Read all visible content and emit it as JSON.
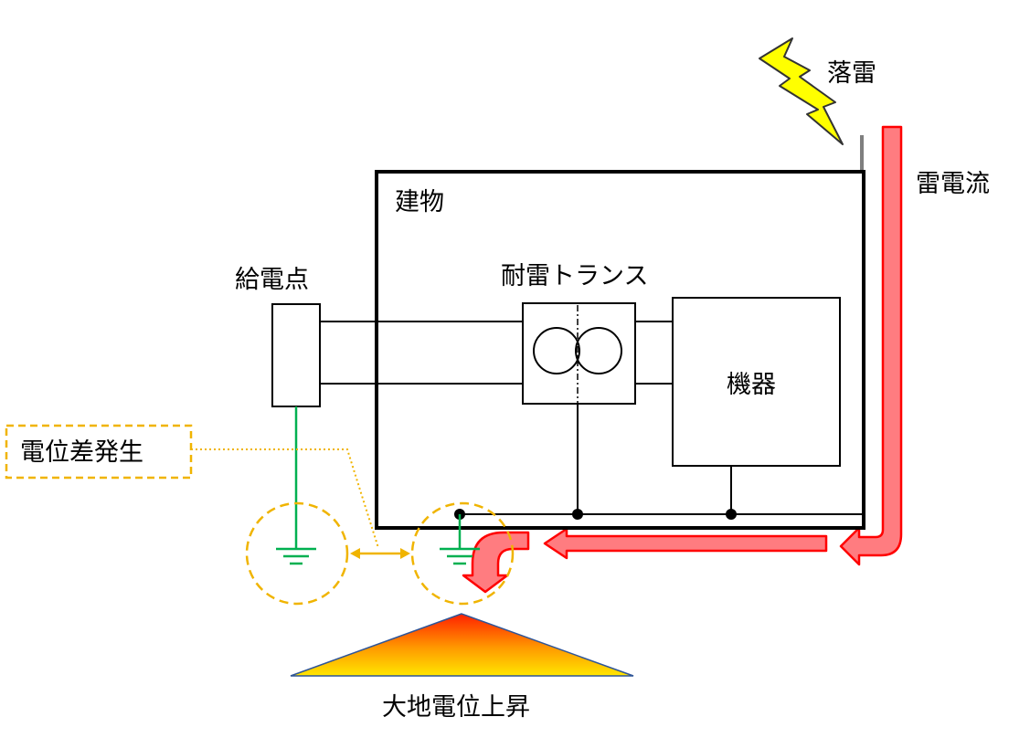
{
  "labels": {
    "lightning_strike": "落雷",
    "lightning_current": "雷電流",
    "building": "建物",
    "feed_point": "給電点",
    "transformer": "耐雷トランス",
    "equipment": "機器",
    "potential_difference": "電位差発生",
    "ground_potential_rise": "大地電位上昇"
  },
  "colors": {
    "lightning_bolt_fill": "#ffff00",
    "lightning_bolt_stroke": "#333333",
    "current_arrow_fill": "#ff7c80",
    "current_arrow_stroke": "#ff0000",
    "ground_wire": "#00b050",
    "callout": "#f0b400",
    "rise_gradient_top": "#ff2000",
    "rise_gradient_bottom": "#ffe600",
    "rise_outline": "#2f5597"
  },
  "icons": {
    "lightning": "lightning-bolt-icon",
    "ground": "ground-symbol-icon",
    "transformer": "transformer-symbol-icon"
  }
}
